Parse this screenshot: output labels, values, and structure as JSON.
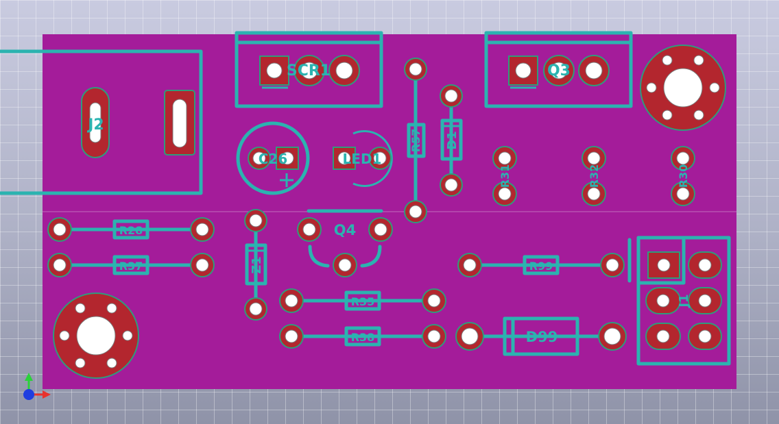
{
  "app": {
    "view": "3D PCB viewer",
    "colors": {
      "board": "#a41c9a",
      "silkscreen": "#2bb3b0",
      "pad_copper": "#b3262e",
      "pad_edge": "#2f9c7c",
      "hole": "#ffffff",
      "axis_x": "#e8322d",
      "axis_y": "#2bd23a",
      "axis_z": "#1f3ee0"
    }
  },
  "refs": {
    "scr1": "SCR1",
    "q3": "Q3",
    "j2": "J2",
    "c26": "C26",
    "led1": "LED1",
    "r57": "R57",
    "d1": "D1",
    "r31": "R31",
    "r32": "R32",
    "r30": "R30",
    "r28": "R28",
    "r37": "R37",
    "q4": "Q4",
    "z1": "Z1",
    "r99": "R99",
    "r35": "R35",
    "r38": "R38",
    "d99": "D99",
    "j1": "J1"
  },
  "axes": {
    "x_icon": "axis-x-arrow-icon",
    "y_icon": "axis-y-arrow-icon",
    "z_icon": "axis-z-dot-icon"
  }
}
